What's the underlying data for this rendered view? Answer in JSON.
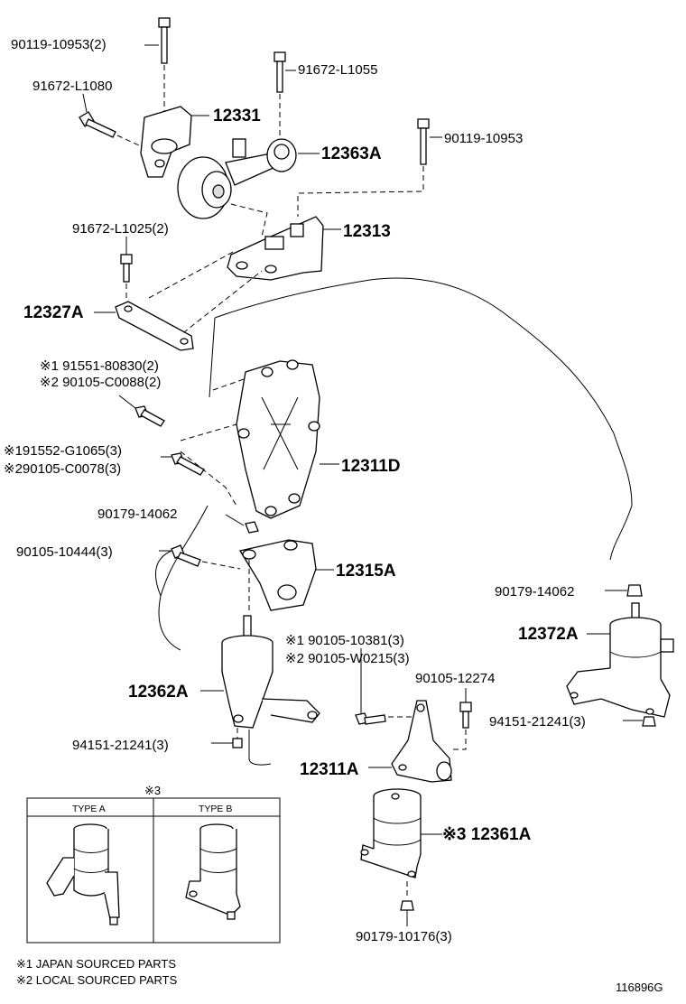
{
  "labels": {
    "p_90119_10953_2": "90119-10953(2)",
    "p_91672_L1055": "91672-L1055",
    "p_91672_L1080": "91672-L1080",
    "p_12331": "12331",
    "p_12363A": "12363A",
    "p_90119_10953": "90119-10953",
    "p_91672_L1025_2": "91672-L1025(2)",
    "p_12313": "12313",
    "p_12327A": "12327A",
    "p_91551_80830_2": "※1 91551-80830(2)",
    "p_90105_C0088_2": "※2 90105-C0088(2)",
    "p_91552_G1065_3": "※191552-G1065(3)",
    "p_90105_C0078_3": "※290105-C0078(3)",
    "p_12311D": "12311D",
    "p_90179_14062_a": "90179-14062",
    "p_90105_10444_3": "90105-10444(3)",
    "p_12315A": "12315A",
    "p_90179_14062_b": "90179-14062",
    "p_12372A": "12372A",
    "p_90105_10381_3": "※1 90105-10381(3)",
    "p_90105_W0215_3": "※2 90105-W0215(3)",
    "p_90105_12274": "90105-12274",
    "p_12362A": "12362A",
    "p_94151_21241_3_a": "94151-21241(3)",
    "p_94151_21241_3_b": "94151-21241(3)",
    "p_12311A": "12311A",
    "p_12361A": "※3 12361A",
    "p_90179_10176_3": "90179-10176(3)"
  },
  "legend_box": {
    "title": "※3",
    "type_a": "TYPE A",
    "type_b": "TYPE B"
  },
  "notes": {
    "note1": "※1 JAPAN SOURCED PARTS",
    "note2": "※2 LOCAL SOURCED PARTS"
  },
  "figure_id": "116896G"
}
